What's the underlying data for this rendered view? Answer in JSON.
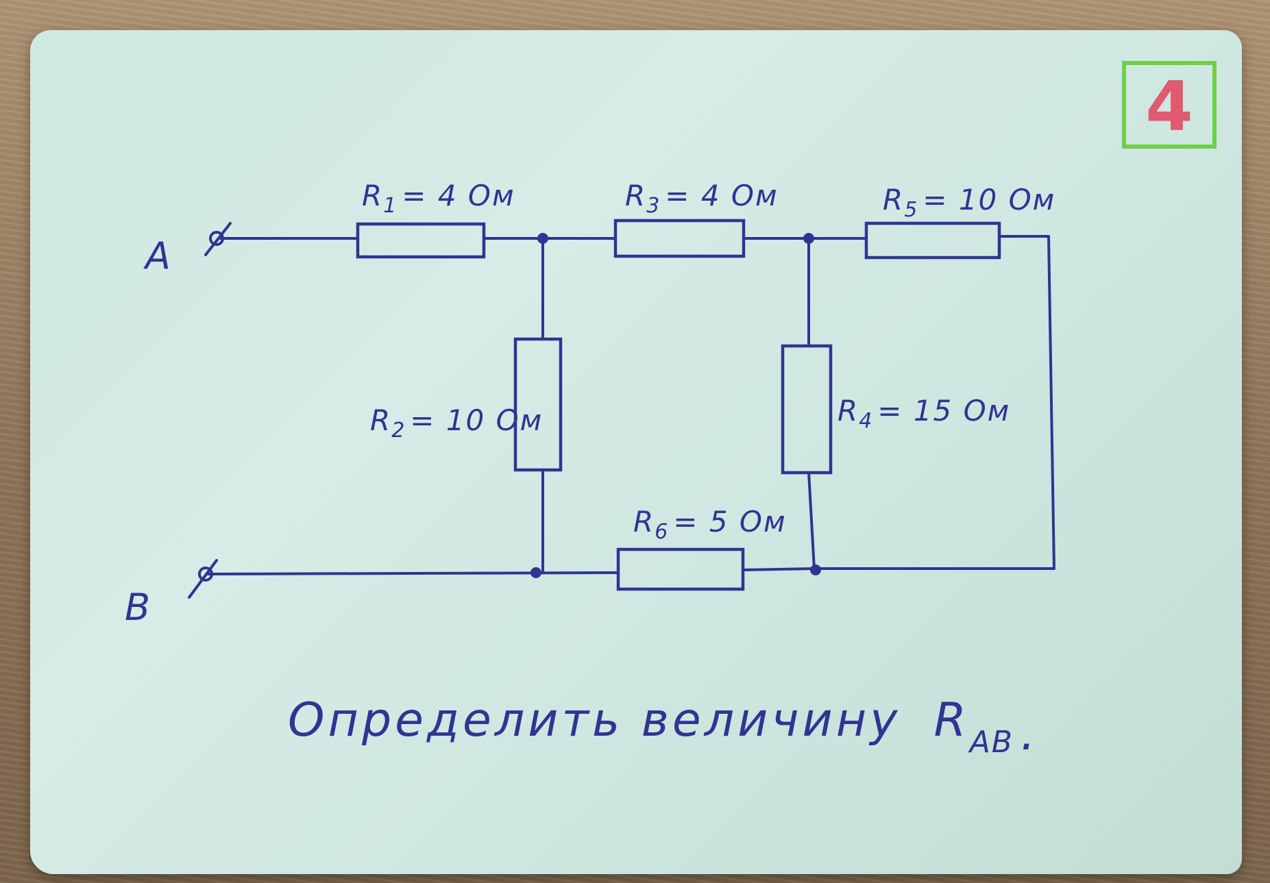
{
  "terminals": {
    "a": "A",
    "b": "B"
  },
  "resistors": [
    {
      "id": "R1",
      "letter": "R",
      "index": "1",
      "value": "= 4 Ом"
    },
    {
      "id": "R2",
      "letter": "R",
      "index": "2",
      "value": "= 10 Ом"
    },
    {
      "id": "R3",
      "letter": "R",
      "index": "3",
      "value": "= 4 Ом"
    },
    {
      "id": "R4",
      "letter": "R",
      "index": "4",
      "value": "= 15 Ом"
    },
    {
      "id": "R5",
      "letter": "R",
      "index": "5",
      "value": "= 10 Ом"
    },
    {
      "id": "R6",
      "letter": "R",
      "index": "6",
      "value": "= 5 Ом"
    }
  ],
  "task": {
    "text": "Определить величину",
    "symbol": "R",
    "subscript": "AB",
    "period": "."
  },
  "badge": {
    "number": "4"
  },
  "colors": {
    "ink": "#2e3592",
    "card": "#d2eae4",
    "badge_frame": "#6fcf4a",
    "badge_number": "#e05a70"
  }
}
